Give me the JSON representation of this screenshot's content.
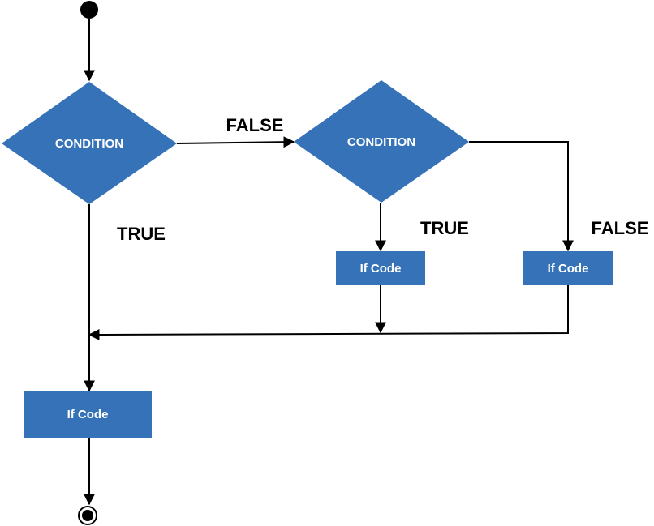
{
  "diagram": {
    "nodes": {
      "condition1": "CONDITION",
      "condition2": "CONDITION",
      "if_code_true2": "If Code",
      "if_code_false2": "If Code",
      "if_code_final": "If Code"
    },
    "edge_labels": {
      "cond1_false": "FALSE",
      "cond1_true": "TRUE",
      "cond2_true": "TRUE",
      "cond2_false": "FALSE"
    },
    "colors": {
      "node_fill": "#3572b8",
      "node_text": "#ffffff",
      "edge": "#000000"
    }
  }
}
